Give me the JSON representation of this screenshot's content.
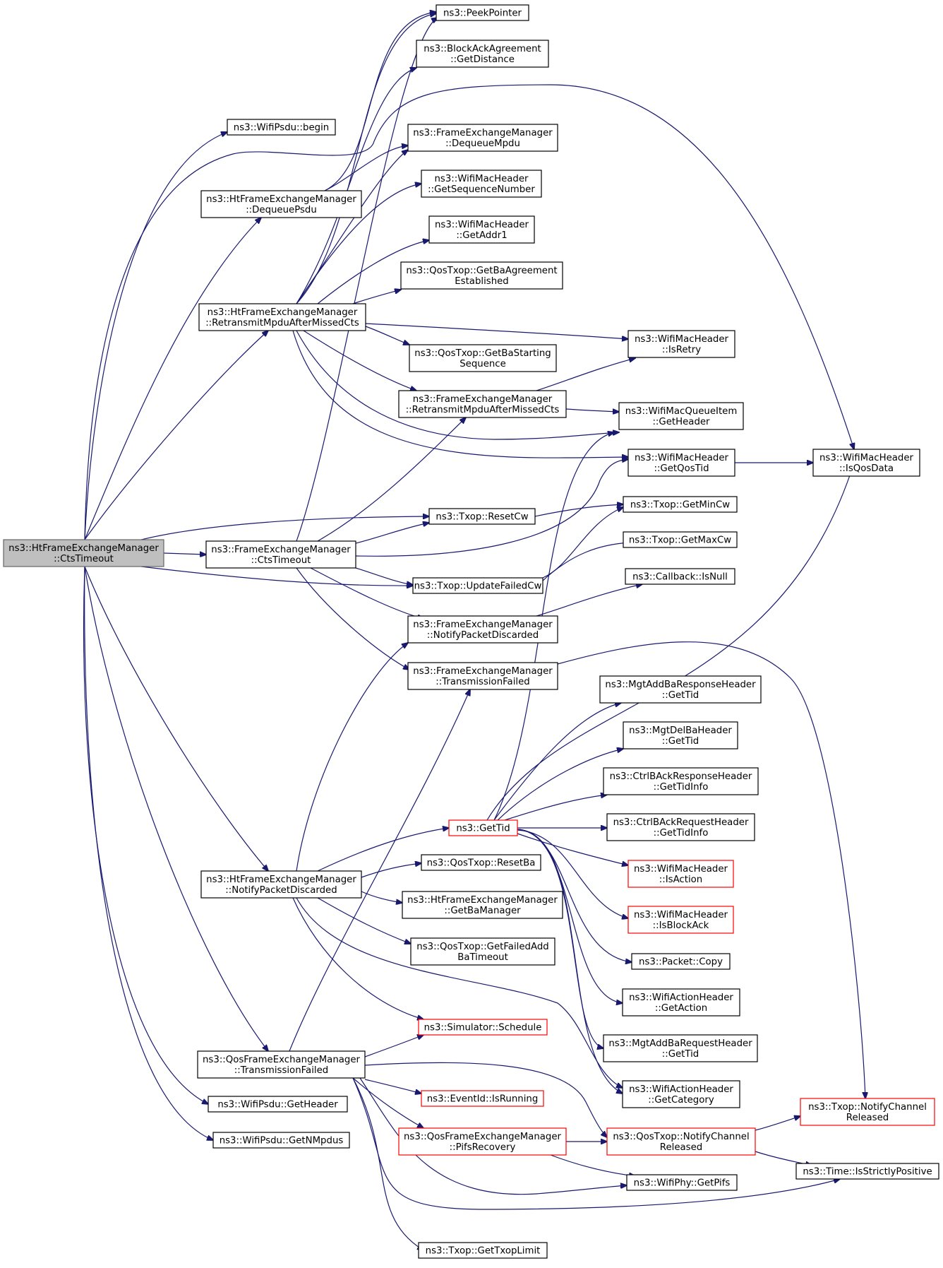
{
  "colors": {
    "edge": "#191970",
    "root_fill": "#bfbfbf",
    "truncated_border": "#ff0000",
    "node_border": "#000000"
  },
  "nodes": [
    {
      "id": "root",
      "lines": [
        "ns3::HtFrameExchangeManager",
        "::CtsTimeout"
      ],
      "root": true
    },
    {
      "id": "peek",
      "lines": [
        "ns3::PeekPointer"
      ]
    },
    {
      "id": "getdist",
      "lines": [
        "ns3::BlockAckAgreement",
        "::GetDistance"
      ]
    },
    {
      "id": "psdubegin",
      "lines": [
        "ns3::WifiPsdu::begin"
      ]
    },
    {
      "id": "fem_dequeuempdu",
      "lines": [
        "ns3::FrameExchangeManager",
        "::DequeueMpdu"
      ]
    },
    {
      "id": "htfem_dequeuepsdu",
      "lines": [
        "ns3::HtFrameExchangeManager",
        "::DequeuePsdu"
      ]
    },
    {
      "id": "getseq",
      "lines": [
        "ns3::WifiMacHeader",
        "::GetSequenceNumber"
      ]
    },
    {
      "id": "getaddr1",
      "lines": [
        "ns3::WifiMacHeader",
        "::GetAddr1"
      ]
    },
    {
      "id": "getbaagreement",
      "lines": [
        "ns3::QosTxop::GetBaAgreement",
        "Established"
      ]
    },
    {
      "id": "htfem_retransmit",
      "lines": [
        "ns3::HtFrameExchangeManager",
        "::RetransmitMpduAfterMissedCts"
      ]
    },
    {
      "id": "isretry",
      "lines": [
        "ns3::WifiMacHeader",
        "::IsRetry"
      ]
    },
    {
      "id": "getbastarting",
      "lines": [
        "ns3::QosTxop::GetBaStarting",
        "Sequence"
      ]
    },
    {
      "id": "fem_retransmit",
      "lines": [
        "ns3::FrameExchangeManager",
        "::RetransmitMpduAfterMissedCts"
      ]
    },
    {
      "id": "queueitem_getheader",
      "lines": [
        "ns3::WifiMacQueueItem",
        "::GetHeader"
      ]
    },
    {
      "id": "getqostid",
      "lines": [
        "ns3::WifiMacHeader",
        "::GetQosTid"
      ]
    },
    {
      "id": "isqosdata",
      "lines": [
        "ns3::WifiMacHeader",
        "::IsQosData"
      ]
    },
    {
      "id": "resetcw",
      "lines": [
        "ns3::Txop::ResetCw"
      ]
    },
    {
      "id": "getmincw",
      "lines": [
        "ns3::Txop::GetMinCw"
      ]
    },
    {
      "id": "fem_ctstimeout",
      "lines": [
        "ns3::FrameExchangeManager",
        "::CtsTimeout"
      ]
    },
    {
      "id": "getmaxcw",
      "lines": [
        "ns3::Txop::GetMaxCw"
      ]
    },
    {
      "id": "updatefailedcw",
      "lines": [
        "ns3::Txop::UpdateFailedCw"
      ]
    },
    {
      "id": "isnull",
      "lines": [
        "ns3::Callback::IsNull"
      ]
    },
    {
      "id": "fem_notifydiscarded",
      "lines": [
        "ns3::FrameExchangeManager",
        "::NotifyPacketDiscarded"
      ]
    },
    {
      "id": "fem_transmissionfailed",
      "lines": [
        "ns3::FrameExchangeManager",
        "::TransmissionFailed"
      ]
    },
    {
      "id": "addbaresp_gettid",
      "lines": [
        "ns3::MgtAddBaResponseHeader",
        "::GetTid"
      ]
    },
    {
      "id": "delba_gettid",
      "lines": [
        "ns3::MgtDelBaHeader",
        "::GetTid"
      ]
    },
    {
      "id": "ctrlbackresp_gettidinfo",
      "lines": [
        "ns3::CtrlBAckResponseHeader",
        "::GetTidInfo"
      ]
    },
    {
      "id": "gettid",
      "lines": [
        "ns3::GetTid"
      ],
      "red": true
    },
    {
      "id": "ctrlbackreq_gettidinfo",
      "lines": [
        "ns3::CtrlBAckRequestHeader",
        "::GetTidInfo"
      ]
    },
    {
      "id": "htfem_notifydiscarded",
      "lines": [
        "ns3::HtFrameExchangeManager",
        "::NotifyPacketDiscarded"
      ]
    },
    {
      "id": "resetba",
      "lines": [
        "ns3::QosTxop::ResetBa"
      ]
    },
    {
      "id": "isaction",
      "lines": [
        "ns3::WifiMacHeader",
        "::IsAction"
      ],
      "red": true
    },
    {
      "id": "getbamanager",
      "lines": [
        "ns3::HtFrameExchangeManager",
        "::GetBaManager"
      ]
    },
    {
      "id": "isblockack",
      "lines": [
        "ns3::WifiMacHeader",
        "::IsBlockAck"
      ],
      "red": true
    },
    {
      "id": "getfailedaddba",
      "lines": [
        "ns3::QosTxop::GetFailedAdd",
        "BaTimeout"
      ]
    },
    {
      "id": "packetcopy",
      "lines": [
        "ns3::Packet::Copy"
      ]
    },
    {
      "id": "getaction",
      "lines": [
        "ns3::WifiActionHeader",
        "::GetAction"
      ]
    },
    {
      "id": "schedule",
      "lines": [
        "ns3::Simulator::Schedule"
      ],
      "red": true
    },
    {
      "id": "addbareq_gettid",
      "lines": [
        "ns3::MgtAddBaRequestHeader",
        "::GetTid"
      ]
    },
    {
      "id": "qosfem_transmissionfailed",
      "lines": [
        "ns3::QosFrameExchangeManager",
        "::TransmissionFailed"
      ]
    },
    {
      "id": "getcategory",
      "lines": [
        "ns3::WifiActionHeader",
        "::GetCategory"
      ]
    },
    {
      "id": "psdu_getheader",
      "lines": [
        "ns3::WifiPsdu::GetHeader"
      ]
    },
    {
      "id": "isrunning",
      "lines": [
        "ns3::EventId::IsRunning"
      ],
      "red": true
    },
    {
      "id": "txop_notifychannel",
      "lines": [
        "ns3::Txop::NotifyChannel",
        "Released"
      ],
      "red": true
    },
    {
      "id": "psdu_getnmpdus",
      "lines": [
        "ns3::WifiPsdu::GetNMpdus"
      ]
    },
    {
      "id": "pifsrecovery",
      "lines": [
        "ns3::QosFrameExchangeManager",
        "::PifsRecovery"
      ],
      "red": true
    },
    {
      "id": "qostxop_notifychannel",
      "lines": [
        "ns3::QosTxop::NotifyChannel",
        "Released"
      ],
      "red": true
    },
    {
      "id": "isstrictlypositive",
      "lines": [
        "ns3::Time::IsStrictlyPositive"
      ]
    },
    {
      "id": "getpifs",
      "lines": [
        "ns3::WifiPhy::GetPifs"
      ]
    },
    {
      "id": "gettxoplimit",
      "lines": [
        "ns3::Txop::GetTxopLimit"
      ]
    }
  ],
  "edges": [
    [
      "root",
      "psdubegin"
    ],
    [
      "root",
      "htfem_dequeuepsdu"
    ],
    [
      "root",
      "isqosdata"
    ],
    [
      "root",
      "htfem_retransmit"
    ],
    [
      "root",
      "resetcw"
    ],
    [
      "root",
      "fem_ctstimeout"
    ],
    [
      "root",
      "updatefailedcw"
    ],
    [
      "root",
      "htfem_notifydiscarded"
    ],
    [
      "root",
      "qosfem_transmissionfailed"
    ],
    [
      "root",
      "psdu_getheader"
    ],
    [
      "root",
      "psdu_getnmpdus"
    ],
    [
      "htfem_dequeuepsdu",
      "fem_dequeuempdu"
    ],
    [
      "htfem_dequeuepsdu",
      "peek"
    ],
    [
      "htfem_retransmit",
      "peek"
    ],
    [
      "htfem_retransmit",
      "getdist"
    ],
    [
      "htfem_retransmit",
      "fem_dequeuempdu"
    ],
    [
      "htfem_retransmit",
      "getseq"
    ],
    [
      "htfem_retransmit",
      "getaddr1"
    ],
    [
      "htfem_retransmit",
      "getbaagreement"
    ],
    [
      "htfem_retransmit",
      "isretry"
    ],
    [
      "htfem_retransmit",
      "getbastarting"
    ],
    [
      "htfem_retransmit",
      "fem_retransmit"
    ],
    [
      "htfem_retransmit",
      "queueitem_getheader"
    ],
    [
      "htfem_retransmit",
      "getqostid"
    ],
    [
      "fem_retransmit",
      "isretry"
    ],
    [
      "fem_retransmit",
      "queueitem_getheader"
    ],
    [
      "getqostid",
      "isqosdata"
    ],
    [
      "resetcw",
      "getmincw"
    ],
    [
      "fem_ctstimeout",
      "peek"
    ],
    [
      "fem_ctstimeout",
      "fem_retransmit"
    ],
    [
      "fem_ctstimeout",
      "resetcw"
    ],
    [
      "fem_ctstimeout",
      "getqostid"
    ],
    [
      "fem_ctstimeout",
      "updatefailedcw"
    ],
    [
      "fem_ctstimeout",
      "fem_notifydiscarded"
    ],
    [
      "fem_ctstimeout",
      "fem_transmissionfailed"
    ],
    [
      "updatefailedcw",
      "getmincw"
    ],
    [
      "updatefailedcw",
      "getmaxcw"
    ],
    [
      "fem_notifydiscarded",
      "isnull"
    ],
    [
      "fem_transmissionfailed",
      "txop_notifychannel"
    ],
    [
      "gettid",
      "queueitem_getheader"
    ],
    [
      "gettid",
      "isqosdata"
    ],
    [
      "gettid",
      "addbaresp_gettid"
    ],
    [
      "gettid",
      "delba_gettid"
    ],
    [
      "gettid",
      "ctrlbackresp_gettidinfo"
    ],
    [
      "gettid",
      "ctrlbackreq_gettidinfo"
    ],
    [
      "gettid",
      "isaction"
    ],
    [
      "gettid",
      "isblockack"
    ],
    [
      "gettid",
      "packetcopy"
    ],
    [
      "gettid",
      "getaction"
    ],
    [
      "gettid",
      "addbareq_gettid"
    ],
    [
      "gettid",
      "getcategory"
    ],
    [
      "htfem_notifydiscarded",
      "fem_notifydiscarded"
    ],
    [
      "htfem_notifydiscarded",
      "gettid"
    ],
    [
      "htfem_notifydiscarded",
      "resetba"
    ],
    [
      "htfem_notifydiscarded",
      "getbamanager"
    ],
    [
      "htfem_notifydiscarded",
      "getfailedaddba"
    ],
    [
      "htfem_notifydiscarded",
      "schedule"
    ],
    [
      "htfem_notifydiscarded",
      "getcategory"
    ],
    [
      "qosfem_transmissionfailed",
      "fem_transmissionfailed"
    ],
    [
      "qosfem_transmissionfailed",
      "schedule"
    ],
    [
      "qosfem_transmissionfailed",
      "qostxop_notifychannel"
    ],
    [
      "qosfem_transmissionfailed",
      "isrunning"
    ],
    [
      "qosfem_transmissionfailed",
      "pifsrecovery"
    ],
    [
      "qosfem_transmissionfailed",
      "getpifs"
    ],
    [
      "qosfem_transmissionfailed",
      "isstrictlypositive"
    ],
    [
      "qosfem_transmissionfailed",
      "gettxoplimit"
    ],
    [
      "pifsrecovery",
      "qostxop_notifychannel"
    ],
    [
      "pifsrecovery",
      "getpifs"
    ],
    [
      "qostxop_notifychannel",
      "txop_notifychannel"
    ],
    [
      "qostxop_notifychannel",
      "isstrictlypositive"
    ]
  ]
}
